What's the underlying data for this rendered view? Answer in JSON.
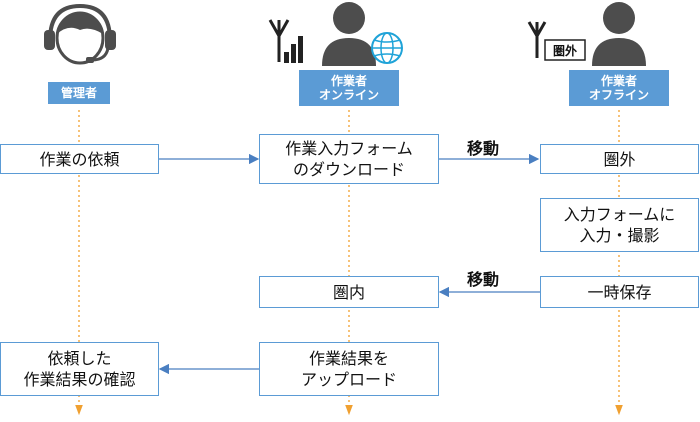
{
  "colors": {
    "accent": "#5b9bd5",
    "lifeline": "#f0a030",
    "arrow": "#4a7fc1",
    "person": "#4d4d4d"
  },
  "icons": {
    "admin": "headset-person-icon",
    "online_signal": "antenna-signal-icon",
    "online_person": "person-icon",
    "online_network": "globe-icon",
    "offline_signal": "antenna-icon",
    "offline_badge": "圏外",
    "offline_person": "person-icon"
  },
  "roles": {
    "admin": [
      "管理者"
    ],
    "online": [
      "作業者",
      "オンライン"
    ],
    "offline": [
      "作業者",
      "オフライン"
    ]
  },
  "steps": {
    "request": [
      "作業の依頼"
    ],
    "download": [
      "作業入力フォーム",
      "のダウンロード"
    ],
    "out_of_range": [
      "圏外"
    ],
    "input_photo": [
      "入力フォームに",
      "入力・撮影"
    ],
    "in_range": [
      "圏内"
    ],
    "temp_save": [
      "一時保存"
    ],
    "upload": [
      "作業結果を",
      "アップロード"
    ],
    "confirm": [
      "依頼した",
      "作業結果の確認"
    ]
  },
  "moves": {
    "first": "移動",
    "second": "移動"
  }
}
